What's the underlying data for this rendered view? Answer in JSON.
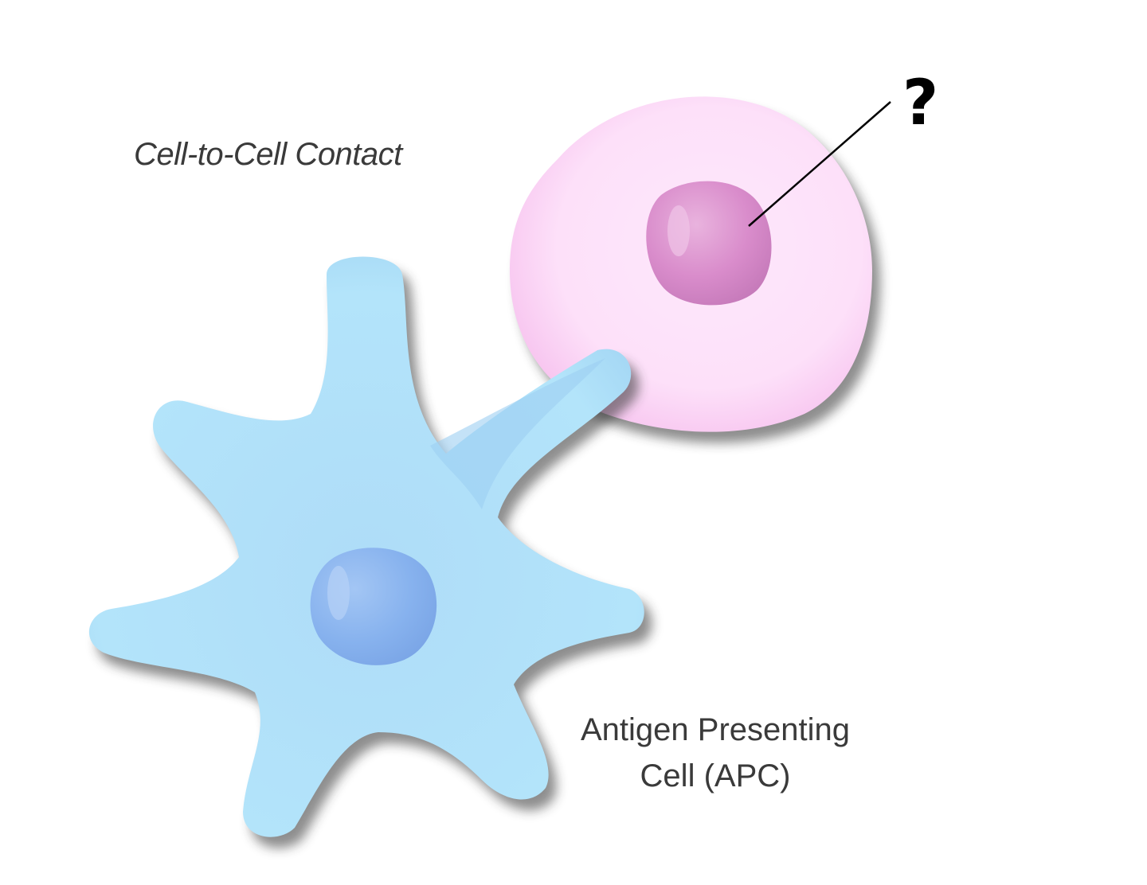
{
  "labels": {
    "contact": "Cell-to-Cell Contact",
    "apc_line1": "Antigen Presenting",
    "apc_line2": "Cell (APC)",
    "unknown": "?"
  },
  "colors": {
    "apc_body": "#b3e4fa",
    "apc_nucleus": "#87b2ee",
    "tcell_body": "#fde0f9",
    "tcell_nucleus": "#d98ccb",
    "label_text": "#3a3a3a",
    "pointer_line": "#000000"
  }
}
